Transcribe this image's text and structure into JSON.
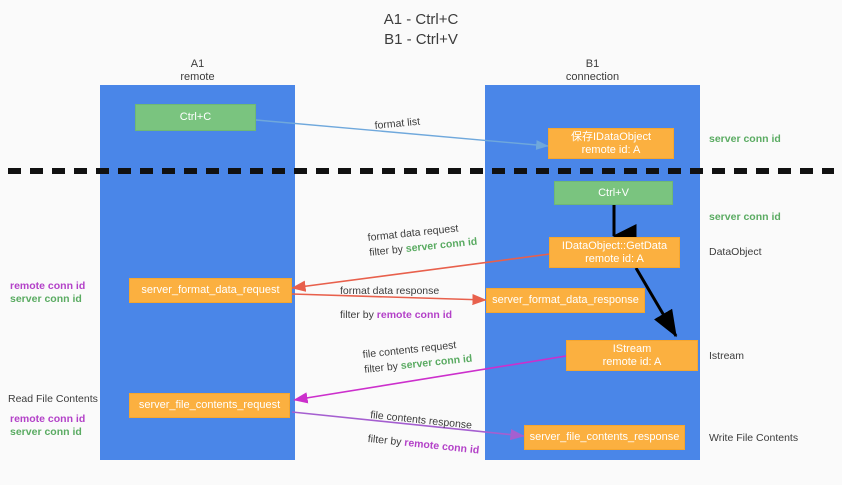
{
  "title": {
    "line1": "A1 - Ctrl+C",
    "line2": "B1 - Ctrl+V"
  },
  "lanes": [
    {
      "name": "A1",
      "sub": "remote"
    },
    {
      "name": "B1",
      "sub": "connection"
    }
  ],
  "colors": {
    "lane": "#4a86e8",
    "green_box": "#7ac47f",
    "orange_box": "#fbb040",
    "server_conn": "#5aab62",
    "remote_conn": "#b341c8",
    "arrow_blue": "#6fa8dc",
    "arrow_red": "#e8604c",
    "arrow_magenta": "#cc2fcc",
    "arrow_purple": "#a55fd0",
    "arrow_black": "#000000",
    "divider": "#111111",
    "text": "#3c3c3c",
    "background": "#fafafa"
  },
  "boxes": {
    "ctrl_c": {
      "line1": "Ctrl+C"
    },
    "ctrl_v": {
      "line1": "Ctrl+V"
    },
    "save_idataobject": {
      "line1": "保存IDataObject",
      "line2": "remote id: A"
    },
    "getdata": {
      "line1": "IDataObject::GetData",
      "line2": "remote id: A"
    },
    "istream": {
      "line1": "IStream",
      "line2": "remote id: A"
    },
    "server_format_data_request": {
      "line1": "server_format_data_request"
    },
    "server_format_data_response": {
      "line1": "server_format_data_response"
    },
    "server_file_contents_request": {
      "line1": "server_file_contents_request"
    },
    "server_file_contents_response": {
      "line1": "server_file_contents_response"
    }
  },
  "annotations": {
    "format_list": "format list",
    "format_data_request": "format data request",
    "format_data_request_filter_prefix": "filter by ",
    "format_data_request_filter_value": "server conn id",
    "format_data_response": "format data response",
    "format_data_response_filter_prefix": "filter by ",
    "format_data_response_filter_value": "remote conn id",
    "file_contents_request": "file contents request",
    "file_contents_request_filter_prefix": "filter by ",
    "file_contents_request_filter_value": "server conn id",
    "file_contents_response": "file contents response",
    "file_contents_response_filter_prefix": "filter by ",
    "file_contents_response_filter_value": "remote conn id"
  },
  "right_labels": {
    "server_conn_id_top": "server conn id",
    "server_conn_id_second": "server conn id",
    "dataobject": "DataObject",
    "istream": "Istream",
    "write_file_contents": "Write File Contents"
  },
  "left_labels": {
    "remote_conn_id_upper": "remote conn id",
    "server_conn_id_upper": "server conn id",
    "read_file_contents": "Read File Contents",
    "remote_conn_id_lower": "remote conn id",
    "server_conn_id_lower": "server conn id"
  }
}
